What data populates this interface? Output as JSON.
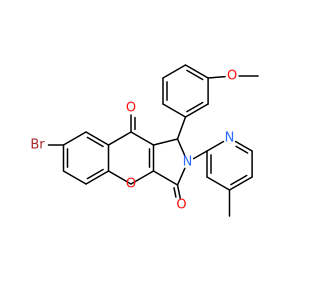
{
  "colors": {
    "bond": "#000000",
    "O": "#ff0d0d",
    "N": "#2d6bff",
    "Br": "#a62929"
  },
  "atoms": [
    {
      "id": "br",
      "label": "Br",
      "element": "Br"
    },
    {
      "id": "o_ketone",
      "label": "O",
      "element": "O"
    },
    {
      "id": "o_ring",
      "label": "O",
      "element": "O"
    },
    {
      "id": "o_lactam",
      "label": "O",
      "element": "O"
    },
    {
      "id": "o_methoxy",
      "label": "O",
      "element": "O"
    },
    {
      "id": "n_amide",
      "label": "N",
      "element": "N"
    },
    {
      "id": "n_pyridine",
      "label": "N",
      "element": "N"
    }
  ]
}
